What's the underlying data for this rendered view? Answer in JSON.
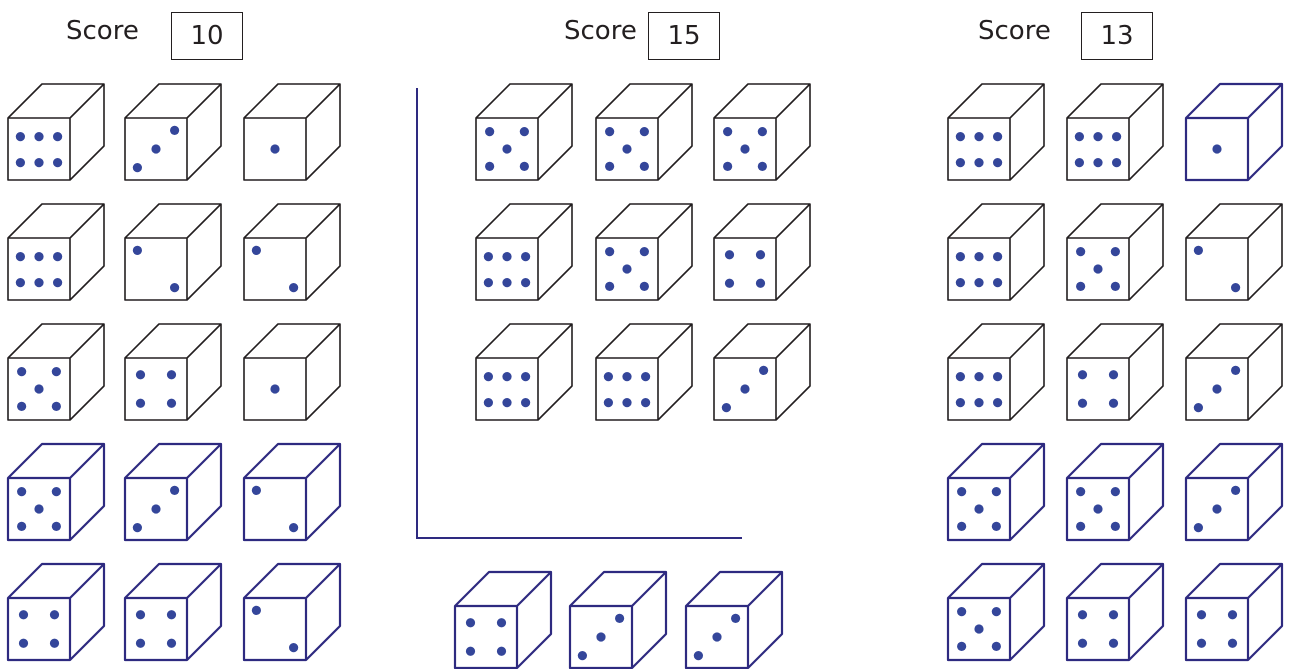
{
  "colors": {
    "ink": "#231f20",
    "navy": "#2e2a80",
    "pip": "#34469a"
  },
  "panels": [
    {
      "score_label": "Score",
      "score_value": "10",
      "dice": [
        {
          "pips": 6,
          "style": "ink"
        },
        {
          "pips": 3,
          "style": "ink"
        },
        {
          "pips": 1,
          "style": "ink"
        },
        {
          "pips": 6,
          "style": "ink"
        },
        {
          "pips": 2,
          "style": "ink"
        },
        {
          "pips": 2,
          "style": "ink"
        },
        {
          "pips": 5,
          "style": "ink"
        },
        {
          "pips": 4,
          "style": "ink"
        },
        {
          "pips": 1,
          "style": "ink"
        },
        {
          "pips": 5,
          "style": "navy"
        },
        {
          "pips": 3,
          "style": "navy"
        },
        {
          "pips": 2,
          "style": "navy"
        },
        {
          "pips": 4,
          "style": "navy"
        },
        {
          "pips": 4,
          "style": "navy"
        },
        {
          "pips": 2,
          "style": "navy"
        }
      ]
    },
    {
      "score_label": "Score",
      "score_value": "15",
      "dice": [
        {
          "pips": 5,
          "style": "ink"
        },
        {
          "pips": 5,
          "style": "ink"
        },
        {
          "pips": 5,
          "style": "ink"
        },
        {
          "pips": 6,
          "style": "ink"
        },
        {
          "pips": 5,
          "style": "ink"
        },
        {
          "pips": 4,
          "style": "ink"
        },
        {
          "pips": 6,
          "style": "ink"
        },
        {
          "pips": 6,
          "style": "ink"
        },
        {
          "pips": 3,
          "style": "ink"
        },
        {
          "pips": 4,
          "style": "navy"
        },
        {
          "pips": 3,
          "style": "navy"
        },
        {
          "pips": 3,
          "style": "navy"
        }
      ]
    },
    {
      "score_label": "Score",
      "score_value": "13",
      "dice": [
        {
          "pips": 6,
          "style": "ink"
        },
        {
          "pips": 6,
          "style": "ink"
        },
        {
          "pips": 1,
          "style": "navy"
        },
        {
          "pips": 6,
          "style": "ink"
        },
        {
          "pips": 5,
          "style": "ink"
        },
        {
          "pips": 2,
          "style": "ink"
        },
        {
          "pips": 6,
          "style": "ink"
        },
        {
          "pips": 4,
          "style": "ink"
        },
        {
          "pips": 3,
          "style": "ink"
        },
        {
          "pips": 5,
          "style": "navy"
        },
        {
          "pips": 5,
          "style": "navy"
        },
        {
          "pips": 3,
          "style": "navy"
        },
        {
          "pips": 5,
          "style": "navy"
        },
        {
          "pips": 4,
          "style": "navy"
        },
        {
          "pips": 4,
          "style": "navy"
        }
      ]
    }
  ]
}
